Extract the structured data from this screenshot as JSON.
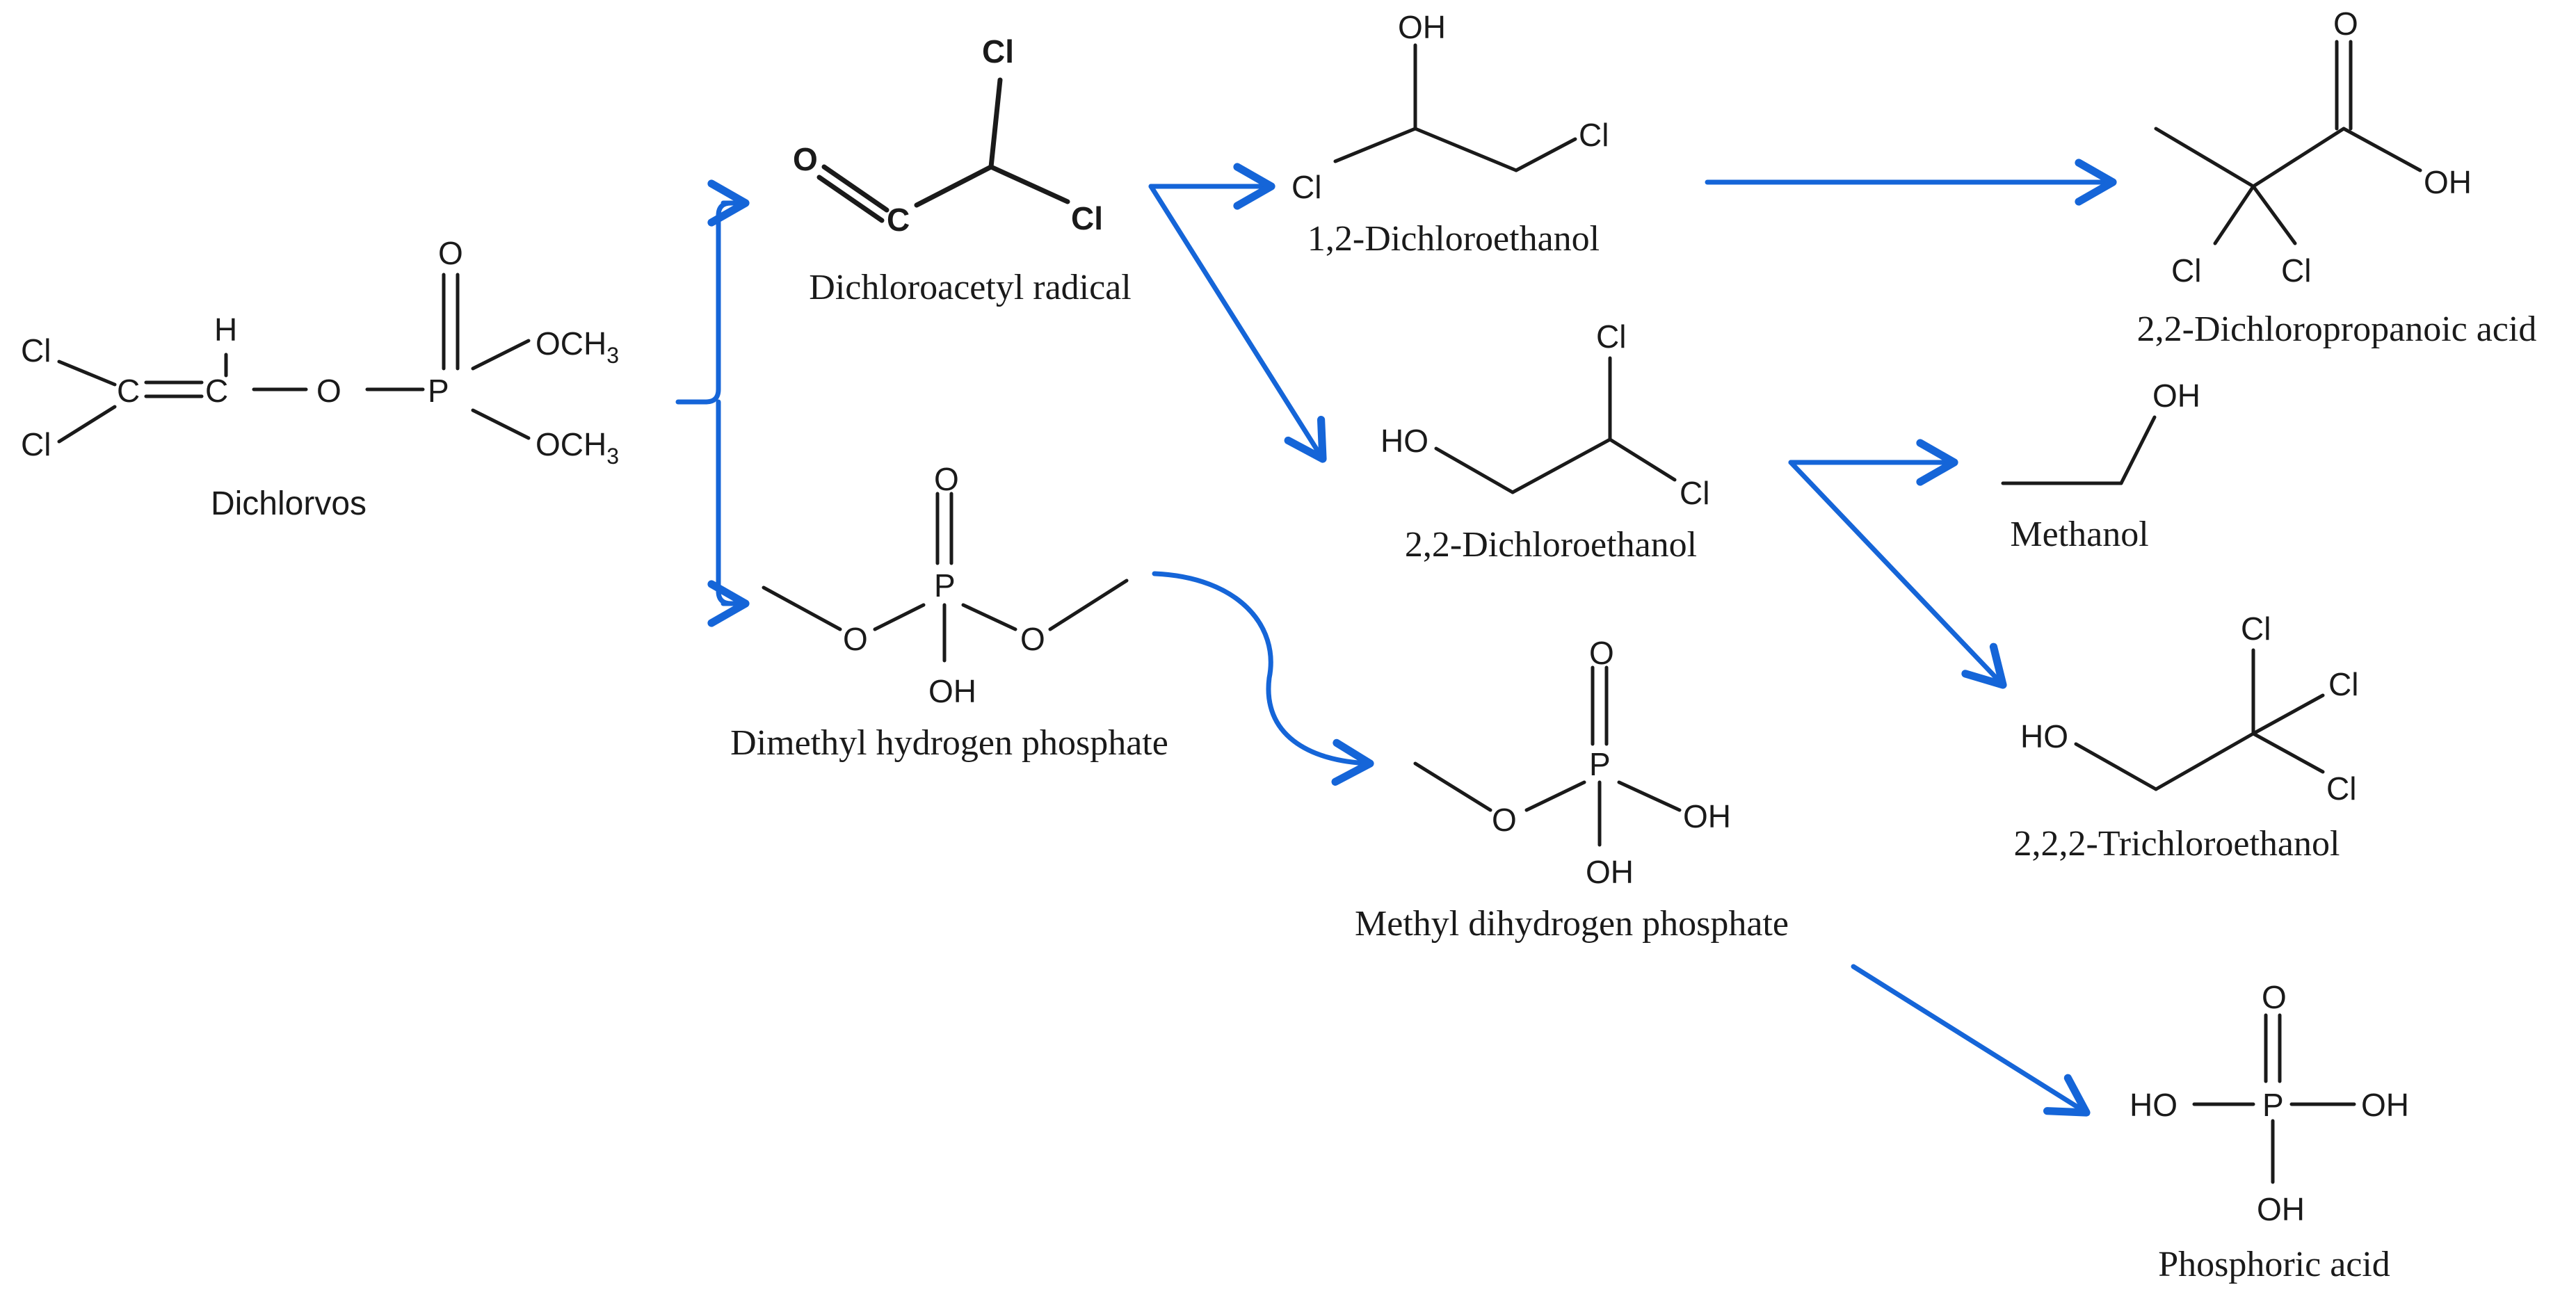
{
  "molecules": {
    "dichlorvos": {
      "name": "Dichlorvos",
      "atoms": {
        "cl1": "Cl",
        "cl2": "Cl",
        "c1": "C",
        "c2": "C",
        "h": "H",
        "o": "O",
        "p": "P",
        "o_dbl": "O",
        "och3_1": "OCH",
        "och3_2": "OCH",
        "sub3": "3"
      }
    },
    "dichloroacetyl_radical": {
      "name": "Dichloroacetyl radical",
      "atoms": {
        "o": "O",
        "c": "C",
        "cl1": "Cl",
        "cl2": "Cl"
      }
    },
    "dimethyl_hydrogen_phosphate": {
      "name": "Dimethyl hydrogen phosphate",
      "atoms": {
        "o_top": "O",
        "p": "P",
        "o_left": "O",
        "o_right": "O",
        "oh": "OH"
      }
    },
    "dichloroethanol_12": {
      "name": "1,2-Dichloroethanol",
      "atoms": {
        "oh": "OH",
        "cl1": "Cl",
        "cl2": "Cl"
      }
    },
    "dichloroethanol_22": {
      "name": "2,2-Dichloroethanol",
      "atoms": {
        "cl1": "Cl",
        "ho": "HO",
        "cl2": "Cl"
      }
    },
    "methyl_dihydrogen_phosphate": {
      "name": "Methyl dihydrogen phosphate",
      "atoms": {
        "o_top": "O",
        "p": "P",
        "o_left": "O",
        "oh1": "OH",
        "oh2": "OH"
      }
    },
    "dichloropropanoic_acid": {
      "name": "2,2-Dichloropropanoic acid",
      "atoms": {
        "o": "O",
        "oh": "OH",
        "cl1": "Cl",
        "cl2": "Cl"
      }
    },
    "methanol": {
      "name": "Methanol",
      "atoms": {
        "oh": "OH"
      }
    },
    "trichloroethanol": {
      "name": "2,2,2-Trichloroethanol",
      "atoms": {
        "cl1": "Cl",
        "cl2": "Cl",
        "cl3": "Cl",
        "ho": "HO"
      }
    },
    "phosphoric_acid": {
      "name": "Phosphoric acid",
      "atoms": {
        "o": "O",
        "ho": "HO",
        "p": "P",
        "oh1": "OH",
        "oh2": "OH"
      }
    }
  },
  "colors": {
    "arrow": "#1565d8",
    "bond": "#1a1a1a"
  }
}
